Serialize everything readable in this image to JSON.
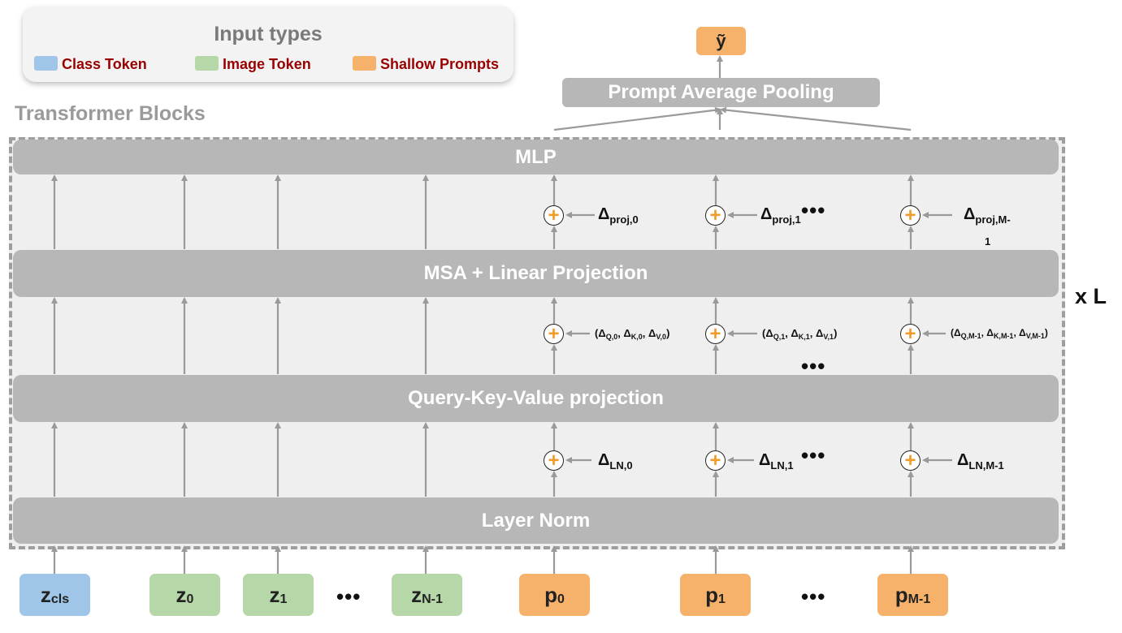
{
  "legend": {
    "title": "Input types",
    "items": [
      {
        "label": "Class Token",
        "color": "#9fc5e8"
      },
      {
        "label": "Image Token",
        "color": "#b6d7a8"
      },
      {
        "label": "Shallow Prompts",
        "color": "#f6b26b"
      }
    ]
  },
  "blocks_title": "Transformer Blocks",
  "repeat_label": "x L",
  "output": {
    "label": "ỹ",
    "pooling": "Prompt Average Pooling"
  },
  "layers": {
    "mlp": "MLP",
    "msa": "MSA + Linear Projection",
    "qkv": "Query-Key-Value projection",
    "layernorm": "Layer Norm"
  },
  "tokens": {
    "cls": {
      "main": "z",
      "sub": "cls"
    },
    "z0": {
      "main": "z",
      "sub": "0"
    },
    "z1": {
      "main": "z",
      "sub": "1"
    },
    "zn": {
      "main": "z",
      "sub": "N-1"
    },
    "p0": {
      "main": "p",
      "sub": "0"
    },
    "p1": {
      "main": "p",
      "sub": "1"
    },
    "pm": {
      "main": "p",
      "sub": "M-1"
    },
    "ellipsis": "•••"
  },
  "deltas": {
    "symbol": "Δ",
    "proj": [
      "proj,0",
      "proj,1",
      "proj,M-",
      "1"
    ],
    "ln": [
      "LN,0",
      "LN,1",
      "LN,M-1"
    ],
    "qkv": [
      {
        "open": "(Δ",
        "q": "Q,0",
        "k": "K,0",
        "v": "V,0"
      },
      {
        "open": "(Δ",
        "q": "Q,1",
        "k": "K,1",
        "v": "V,1"
      },
      {
        "open": "(Δ",
        "q": "Q,M-1",
        "k": "K,M-1",
        "v": "V,M-1"
      }
    ],
    "sep_k": ", Δ",
    "close": ")",
    "plus": "+",
    "ellipsis": "•••"
  },
  "colors": {
    "bar": "#b7b7b7",
    "arrow": "#9a9a9a",
    "plus": "#f19c2a",
    "frame": "#efefef",
    "legend_text": "#990000"
  }
}
